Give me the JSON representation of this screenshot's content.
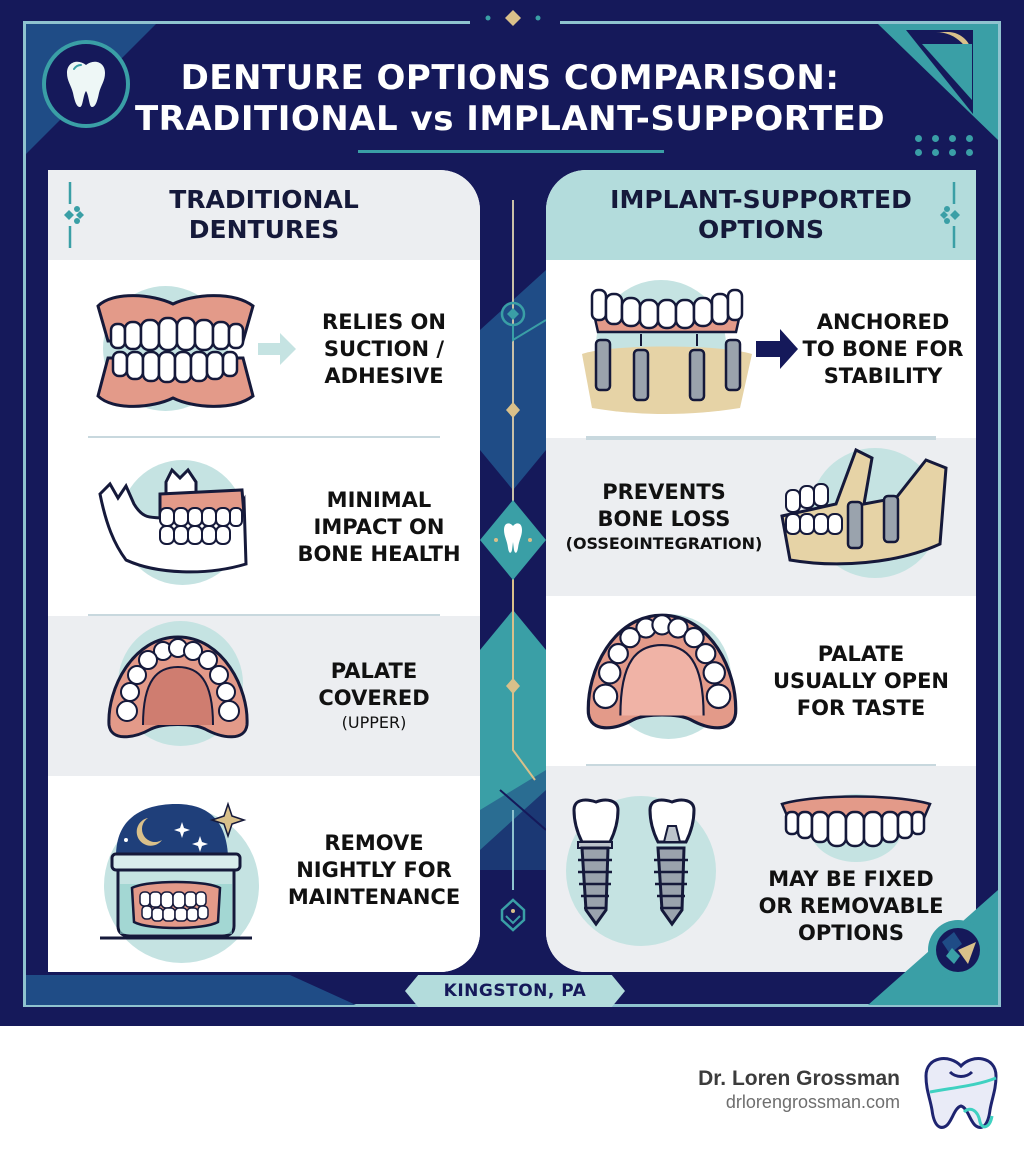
{
  "header": {
    "title_line1": "DENTURE OPTIONS COMPARISON:",
    "title_line2": "TRADITIONAL vs IMPLANT-SUPPORTED",
    "logo_icon": "tooth-icon"
  },
  "colors": {
    "navy": "#15195a",
    "teal": "#3a9fa6",
    "light_teal": "#b3dcdc",
    "steel_blue": "#1f4c86",
    "gold": "#d9c08a",
    "gum_pink": "#d9877a",
    "bone": "#e6d3a6",
    "panel_gray": "#eceef1"
  },
  "left_panel": {
    "heading_line1": "TRADITIONAL",
    "heading_line2": "DENTURES",
    "rows": [
      {
        "line1": "RELIES ON",
        "line2": "SUCTION /",
        "line3": "ADHESIVE",
        "icon": "full-denture-icon"
      },
      {
        "line1": "MINIMAL",
        "line2": "IMPACT ON",
        "line3": "BONE HEALTH",
        "icon": "jaw-denture-icon"
      },
      {
        "line1": "PALATE",
        "line2": "COVERED",
        "sub": "(UPPER)",
        "icon": "upper-denture-palate-icon"
      },
      {
        "line1": "REMOVE",
        "line2": "NIGHTLY FOR",
        "line3": "MAINTENANCE",
        "icon": "denture-soak-jar-icon"
      }
    ]
  },
  "right_panel": {
    "heading_line1": "IMPLANT-SUPPORTED",
    "heading_line2": "OPTIONS",
    "rows": [
      {
        "line1": "ANCHORED",
        "line2": "TO BONE FOR",
        "line3": "STABILITY",
        "icon": "implant-bridge-icon"
      },
      {
        "line1": "PREVENTS",
        "line2": "BONE LOSS",
        "sub": "(OSSEOINTEGRATION)",
        "icon": "jaw-implant-icon"
      },
      {
        "line1": "PALATE",
        "line2": "USUALLY OPEN",
        "line3": "FOR TASTE",
        "icon": "open-palate-denture-icon"
      },
      {
        "line1": "MAY BE FIXED",
        "line2": "OR REMOVABLE",
        "line3": "OPTIONS",
        "icon": "implant-crowns-icon"
      }
    ]
  },
  "location_badge": "KINGSTON, PA",
  "footer": {
    "name": "Dr. Loren Grossman",
    "url": "drlorengrossman.com"
  }
}
